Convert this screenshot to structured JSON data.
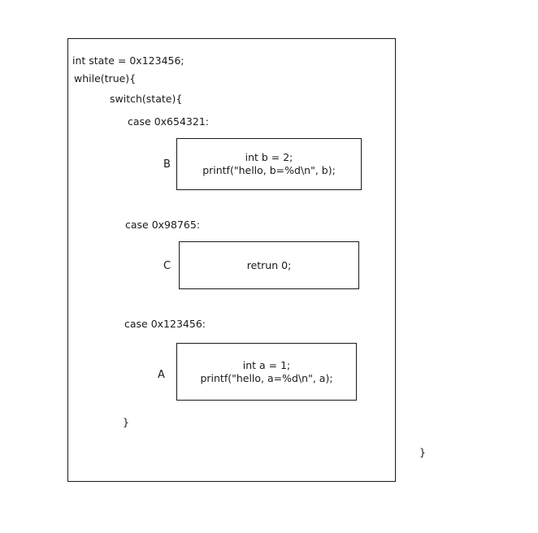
{
  "code": {
    "line_state": "int state = 0x123456;",
    "line_while": "while(true){",
    "line_switch": "switch(state){",
    "case_b": "case 0x654321:",
    "case_c": "case 0x98765:",
    "case_a": "case 0x123456:",
    "close_switch": "}",
    "close_while": "}"
  },
  "blocks": {
    "b": {
      "label": "B",
      "line1": "int b = 2;",
      "line2": "printf(\"hello, b=%d\\n\", b);"
    },
    "c": {
      "label": "C",
      "line1": "retrun 0;"
    },
    "a": {
      "label": "A",
      "line1": "int a = 1;",
      "line2": "printf(\"hello, a=%d\\n\", a);"
    }
  }
}
